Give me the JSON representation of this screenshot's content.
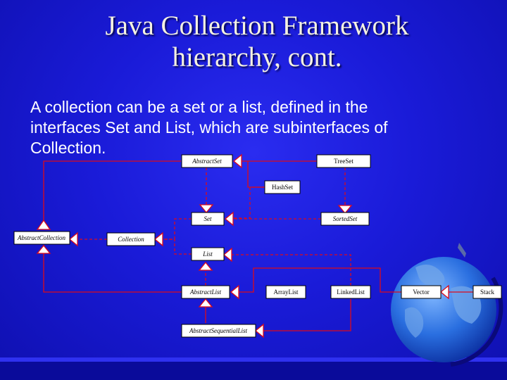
{
  "slide": {
    "title_line1": "Java Collection Framework",
    "title_line2": "hierarchy, cont.",
    "body_line1": "A collection can be a set or a list, defined in the",
    "body_line2": "interfaces Set and List, which are subinterfaces of",
    "body_line3": "Collection."
  },
  "diagram": {
    "nodes": {
      "abstract_set": "AbstractSet",
      "tree_set": "TreeSet",
      "hash_set": "HashSet",
      "set": "Set",
      "sorted_set": "SortedSet",
      "abstract_collection": "AbstractCollection",
      "collection": "Collection",
      "list": "List",
      "abstract_list": "AbstractList",
      "array_list": "ArrayList",
      "linked_list": "LinkedList",
      "vector": "Vector",
      "stack": "Stack",
      "abstract_sequential_list": "AbstractSequentialList"
    },
    "colors": {
      "relation_line": "#dd0a1a",
      "background": "#1a1bd8",
      "title_text": "#f4f1e2"
    }
  }
}
